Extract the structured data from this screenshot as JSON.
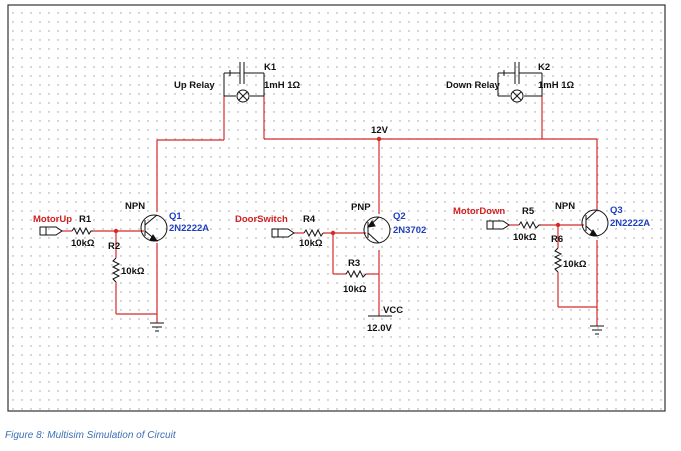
{
  "schematic": {
    "relays": {
      "k1": {
        "ref": "K1",
        "value": "1mH 1Ω",
        "label": "Up Relay"
      },
      "k2": {
        "ref": "K2",
        "value": "1mH 1Ω",
        "label": "Down Relay"
      }
    },
    "supply": {
      "rail_label": "12V",
      "vcc_ref": "VCC",
      "vcc_value": "12.0V"
    },
    "transistors": {
      "q1": {
        "ref": "Q1",
        "part": "2N2222A",
        "type": "NPN"
      },
      "q2": {
        "ref": "Q2",
        "part": "2N3702",
        "type": "PNP"
      },
      "q3": {
        "ref": "Q3",
        "part": "2N2222A",
        "type": "NPN"
      }
    },
    "resistors": {
      "r1": {
        "ref": "R1",
        "value": "10kΩ"
      },
      "r2": {
        "ref": "R2",
        "value": "10kΩ"
      },
      "r3": {
        "ref": "R3",
        "value": "10kΩ"
      },
      "r4": {
        "ref": "R4",
        "value": "10kΩ"
      },
      "r5": {
        "ref": "R5",
        "value": "10kΩ"
      },
      "r6": {
        "ref": "R6",
        "value": "10kΩ"
      }
    },
    "connectors": {
      "motor_up": "MotorUp",
      "door_switch": "DoorSwitch",
      "motor_down": "MotorDown"
    },
    "colors": {
      "wire": "#d42a2a",
      "component": "#111111",
      "part_label": "#1f3fbf",
      "connector_label": "#d12020",
      "grid_dot": "#9a9a9a"
    }
  },
  "caption": "Figure 8: Multisim Simulation of Circuit"
}
